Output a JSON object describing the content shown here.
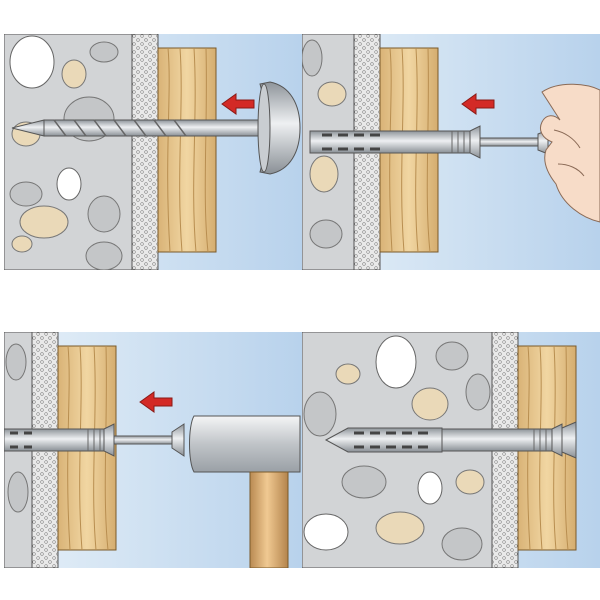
{
  "steps": [
    {
      "id": 1,
      "action": "drill-hole",
      "arrow_direction": "left"
    },
    {
      "id": 2,
      "action": "insert-anchor-by-hand",
      "arrow_direction": "left"
    },
    {
      "id": 3,
      "action": "hammer-in-screw",
      "arrow_direction": "left"
    },
    {
      "id": 4,
      "action": "anchor-installed",
      "arrow_direction": "none"
    }
  ],
  "colors": {
    "sky": "#c8dcf0",
    "wall": "#d2d4d6",
    "plaster": "#e6e6e6",
    "wood": "#e8c98e",
    "pebble_white": "#ffffff",
    "pebble_tan": "#ead9b8",
    "pebble_grey": "#c4c6c8",
    "metal": "#b9bec4",
    "arrow": "#d32a26",
    "hammer_handle": "#d8ac78",
    "skin": "#f7dcc8"
  }
}
